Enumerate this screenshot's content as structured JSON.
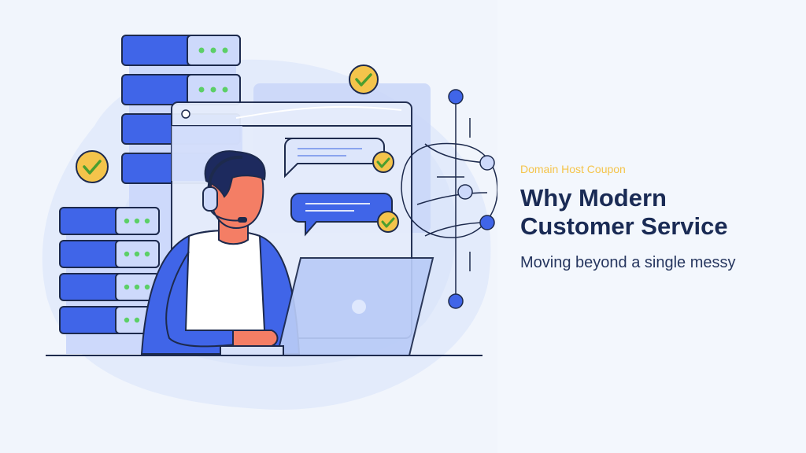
{
  "hero": {
    "kicker": "Domain Host Coupon",
    "title": "Why Modern Customer Service",
    "subtitle": "Moving beyond a single messy"
  },
  "illustration": {
    "subject": "customer-support-agent",
    "icons": [
      "server-rack-icon",
      "check-icon",
      "chat-bubble-icon",
      "headset-icon",
      "laptop-icon",
      "network-node-icon"
    ]
  },
  "colors": {
    "background": "#f1f5fc",
    "primary_blue": "#4065e8",
    "light_blue": "#cdd9fb",
    "accent_yellow": "#f4c44b",
    "check_green": "#4a9e2f",
    "title_navy": "#1a2b55",
    "led_green": "#5ccf67"
  }
}
